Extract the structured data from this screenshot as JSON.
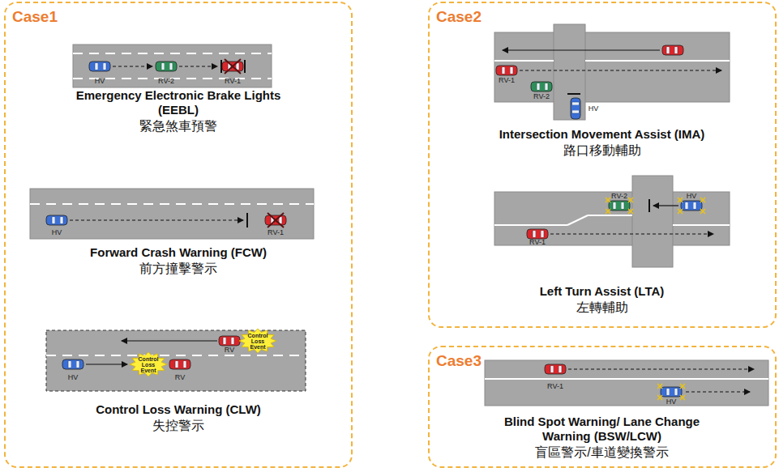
{
  "diagram": {
    "nodes": [
      {
        "text": [
          "Case1"
        ]
      },
      {
        "text": [
          "Emergency Electronic Brake Lights (EEBL)",
          "緊急煞車預警"
        ],
        "in": 0
      },
      {
        "text": [
          "Forward Crash Warning (FCW)",
          "前方撞擊警示"
        ],
        "in": 0
      },
      {
        "text": [
          "Control Loss Warning (CLW)",
          "失控警示"
        ],
        "in": 0
      },
      {
        "text": [
          "Case2"
        ]
      },
      {
        "text": [
          "Intersection Movement Assist (IMA)",
          "路口移動輔助"
        ],
        "in": 4
      },
      {
        "text": [
          "Left Turn Assist (LTA)",
          "左轉輔助"
        ],
        "in": 4
      },
      {
        "text": [
          "Case3"
        ]
      },
      {
        "text": [
          "Blind Spot Warning/ Lane Change Warning (BSW/LCW)",
          "盲區警示/車道變換警示"
        ],
        "in": 7
      }
    ],
    "labels": [
      "HV",
      "RV-2",
      "RV-1",
      "HV",
      "RV-1",
      "Control Loss Event",
      "RV",
      "HV",
      "Control Loss Event",
      "RV",
      "RV-1",
      "RV-2",
      "HV",
      "RV-2",
      "HV",
      "RV-1",
      "RV-1",
      "HV"
    ]
  }
}
